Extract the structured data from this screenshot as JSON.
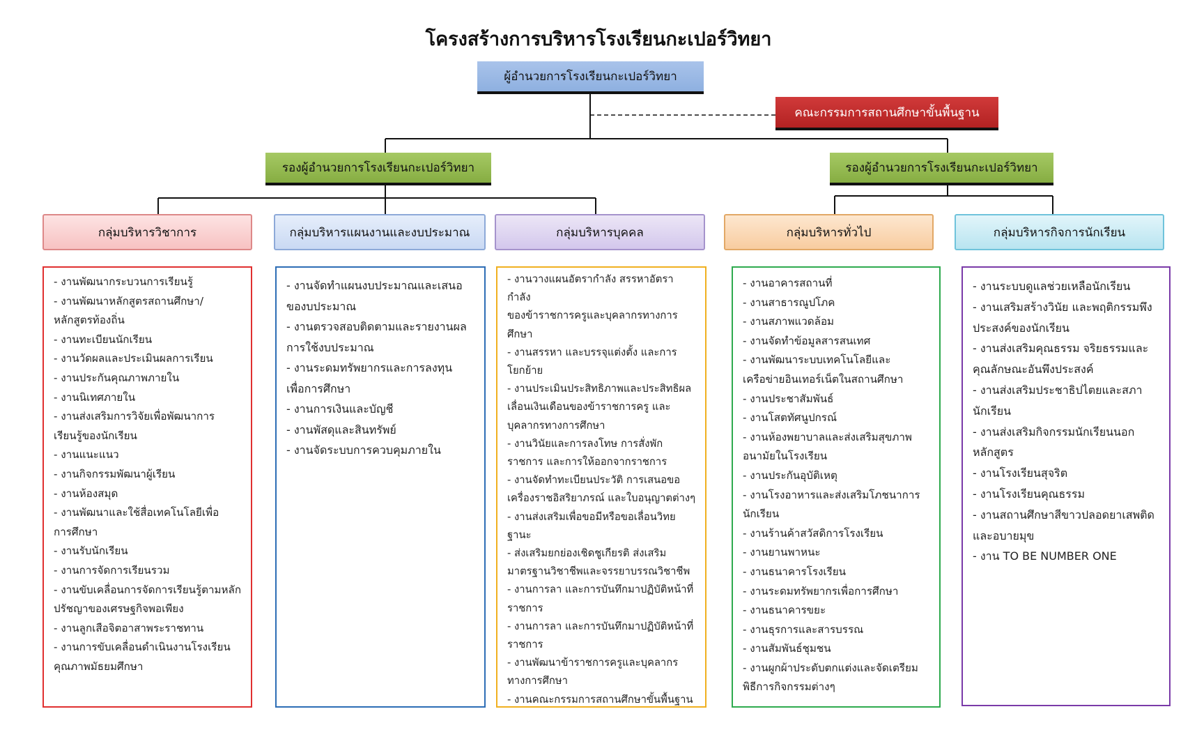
{
  "title": "โครงสร้างการบริหารโรงเรียนกะเปอร์วิทยา",
  "director": "ผู้อำนวยการโรงเรียนกะเปอร์วิทยา",
  "committee": "คณะกรรมการสถานศึกษาขั้นพื้นฐาน",
  "deputies": [
    "รองผู้อำนวยการโรงเรียนกะเปอร์วิทยา",
    "รองผู้อำนวยการโรงเรียนกะเปอร์วิทยา"
  ],
  "groups": [
    {
      "name": "กลุ่มบริหารวิชาการ",
      "items": [
        "- งานพัฒนากระบวนการเรียนรู้",
        "- งานพัฒนาหลักสูตรสถานศึกษา/",
        "หลักสูตรท้องถิ่น",
        "- งานทะเบียนนักเรียน",
        "- งานวัดผลและประเมินผลการเรียน",
        "- งานประกันคุณภาพภายใน",
        "- งานนิเทศภายใน",
        "- งานส่งเสริมการวิจัยเพื่อพัฒนาการ",
        "เรียนรู้ของนักเรียน",
        "- งานแนะแนว",
        "- งานกิจกรรมพัฒนาผู้เรียน",
        "- งานห้องสมุด",
        "- งานพัฒนาและใช้สื่อเทคโนโลยีเพื่อ",
        "การศึกษา",
        "- งานรับนักเรียน",
        "- งานการจัดการเรียนรวม",
        "- งานขับเคลื่อนการจัดการเรียนรู้ตามหลัก",
        "ปรัชญาของเศรษฐกิจพอเพียง",
        "- งานลูกเสือจิตอาสาพระราชทาน",
        "- งานการขับเคลื่อนดำเนินงานโรงเรียน",
        "คุณภาพมัธยมศึกษา"
      ]
    },
    {
      "name": "กลุ่มบริหารแผนงานและงบประมาณ",
      "items": [
        "- งานจัดทำแผนงบประมาณและเสนอ",
        "ของบประมาณ",
        "- งานตรวจสอบติดตามและรายงานผล",
        "การใช้งบประมาณ",
        "- งานระดมทรัพยากรและการลงทุน",
        "เพื่อการศึกษา",
        "- งานการเงินและบัญชี",
        "- งานพัสดุและสินทรัพย์",
        "- งานจัดระบบการควบคุมภายใน"
      ]
    },
    {
      "name": "กลุ่มบริหารบุคคล",
      "items": [
        "- งานวางแผนอัตรากำลัง สรรหาอัตรากำลัง",
        "ของข้าราชการครูและบุคลากรทางการ",
        "ศึกษา",
        "- งานสรรหา และบรรจุแต่งตั้ง และการ",
        "โยกย้าย",
        "- งานประเมินประสิทธิภาพและประสิทธิผล",
        "เลื่อนเงินเดือนของข้าราชการครู และ",
        "บุคลากรทางการศึกษา",
        "- งานวินัยและการลงโทษ การสั่งพัก",
        "ราชการ และการให้ออกจากราชการ",
        "- งานจัดทำทะเบียนประวัติ การเสนอขอ",
        "เครื่องราชอิสริยาภรณ์ และใบอนุญาตต่างๆ",
        "- งานส่งเสริมเพื่อขอมีหรือขอเลื่อนวิทย",
        "ฐานะ",
        "- ส่งเสริมยกย่องเชิดชูเกียรติ ส่งเสริม",
        "มาตรฐานวิชาชีพและจรรยาบรรณวิชาชีพ",
        "- งานการลา และการบันทึกมาปฏิบัติหน้าที่",
        "ราชการ",
        "- งานการลา และการบันทึกมาปฏิบัติหน้าที่",
        "ราชการ",
        "- งานพัฒนาข้าราชการครูและบุคลากร",
        "ทางการศึกษา",
        "- งานคณะกรรมการสถานศึกษาขั้นพื้นฐาน"
      ]
    },
    {
      "name": "กลุ่มบริหารทั่วไป",
      "items": [
        "- งานอาคารสถานที่",
        "- งานสาธารณูปโภค",
        "- งานสภาพแวดล้อม",
        "- งานจัดทำข้อมูลสารสนเทศ",
        "- งานพัฒนาระบบเทคโนโลยีและ",
        "เครือข่ายอินเทอร์เน็ตในสถานศึกษา",
        "- งานประชาสัมพันธ์",
        "- งานโสตทัศนูปกรณ์",
        "- งานห้องพยาบาลและส่งเสริมสุขภาพ",
        "อนามัยในโรงเรียน",
        "- งานประกันอุบัติเหตุ",
        "- งานโรงอาหารและส่งเสริมโภชนาการ",
        "นักเรียน",
        "- งานร้านค้าสวัสดิการโรงเรียน",
        "- งานยานพาหนะ",
        "- งานธนาคารโรงเรียน",
        "- งานระดมทรัพยากรเพื่อการศึกษา",
        "- งานธนาคารขยะ",
        "- งานธุรการและสารบรรณ",
        "- งานสัมพันธ์ชุมชน",
        "- งานผูกผ้าประดับตกแต่งและจัดเตรียม",
        "พิธีการกิจกรรมต่างๆ"
      ]
    },
    {
      "name": "กลุ่มบริหารกิจการนักเรียน",
      "items": [
        "- งานระบบดูแลช่วยเหลือนักเรียน",
        "- งานเสริมสร้างวินัย และพฤติกรรมพึง",
        "ประสงค์ของนักเรียน",
        "- งานส่งเสริมคุณธรรม จริยธรรมและ",
        "คุณลักษณะอันพึงประสงค์",
        "- งานส่งเสริมประชาธิปไตยและสภา",
        "นักเรียน",
        "- งานส่งเสริมกิจกรรมนักเรียนนอก",
        "หลักสูตร",
        "- งานโรงเรียนสุจริต",
        "- งานโรงเรียนคุณธรรม",
        "- งานสถานศึกษาสีขาวปลอดยาเสพติด",
        "และอบายมุข",
        "- งาน  TO BE NUMBER ONE"
      ]
    }
  ]
}
